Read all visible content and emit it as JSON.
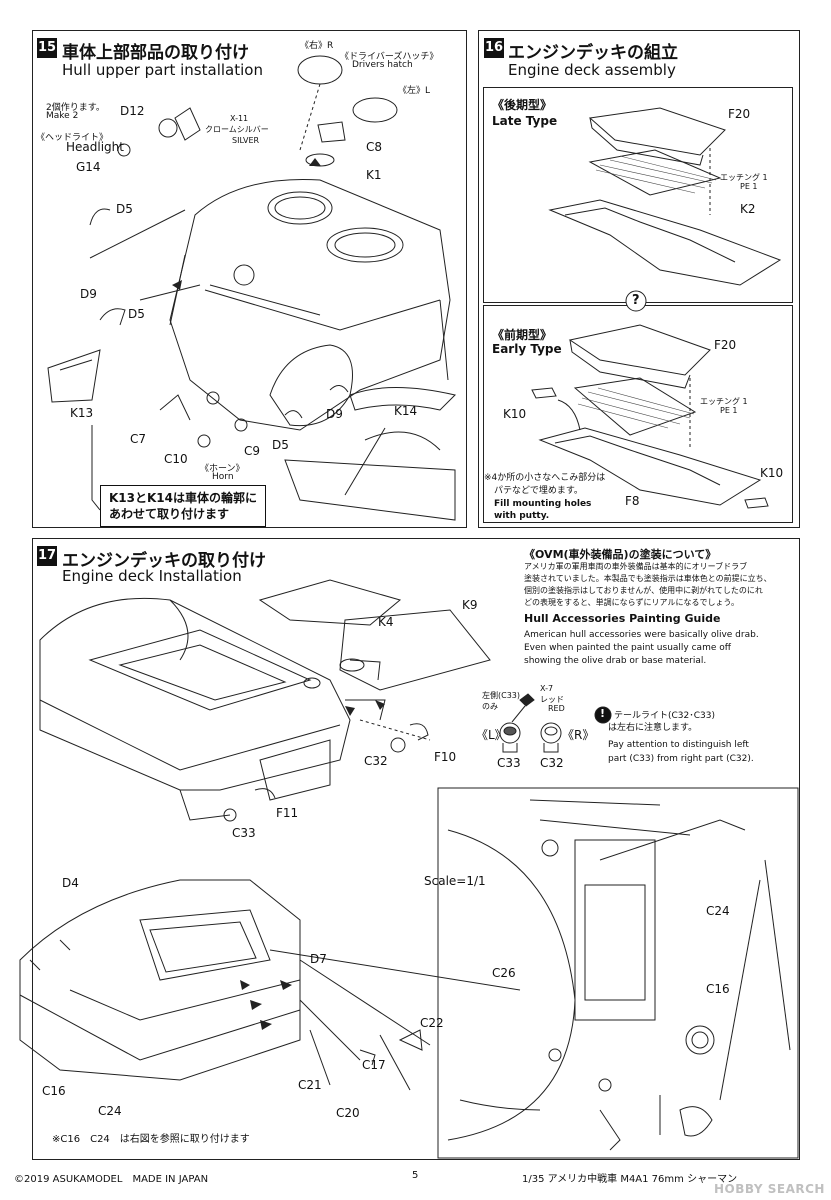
{
  "step15": {
    "number": "15",
    "title_jp": "車体上部部品の取り付け",
    "title_en": "Hull upper part installation",
    "hatch_right_jp": "《右》R",
    "hatch_drivers_jp": "《ドライバーズハッチ》",
    "hatch_drivers_en": "Drivers hatch",
    "hatch_left_jp": "《左》L",
    "make2_jp": "2個作ります。",
    "make2_en": "Make 2",
    "headlight_jp": "《ヘッドライト》",
    "headlight_en": "Headlight",
    "paint_code": "X-11",
    "paint_jp": "クロームシルバー",
    "paint_en": "SILVER",
    "horn_jp": "《ホーン》",
    "horn_en": "Horn",
    "parts": [
      "D12",
      "G14",
      "C8",
      "K1",
      "D5",
      "D9",
      "D5",
      "K13",
      "C7",
      "C10",
      "C9",
      "D5",
      "D9",
      "K14"
    ],
    "note_jp_1": "K13とK14は車体の輪郭に",
    "note_jp_2": "あわせて取り付けます"
  },
  "step16": {
    "number": "16",
    "title_jp": "エンジンデッキの組立",
    "title_en": "Engine deck assembly",
    "late_jp": "《後期型》",
    "late_en": "Late Type",
    "early_jp": "《前期型》",
    "early_en": "Early Type",
    "etching_jp": "エッチング 1",
    "etching_en": "PE 1",
    "parts_late": [
      "F20",
      "K2"
    ],
    "parts_early": [
      "F20",
      "K10",
      "F8",
      "K10"
    ],
    "question": "?",
    "note_jp_1": "※4か所の小さなへこみ部分は",
    "note_jp_2": "パテなどで埋めます。",
    "note_en_1": "Fill mounting holes",
    "note_en_2": "with putty."
  },
  "step17": {
    "number": "17",
    "title_jp": "エンジンデッキの取り付け",
    "title_en": "Engine deck Installation",
    "parts_top": [
      "K9",
      "K4",
      "C32",
      "F10",
      "F11",
      "C33"
    ],
    "parts_bottom": [
      "D4",
      "D7",
      "C26",
      "C22",
      "C17",
      "C21",
      "C20",
      "C16",
      "C24"
    ],
    "scale": "Scale=1/1",
    "scale_parts": [
      "C24",
      "C16"
    ],
    "bottom_note": "※C16　C24　は右図を参照に取り付けます"
  },
  "ovm": {
    "title_jp": "《OVM(車外装備品)の塗装について》",
    "body_jp_1": "アメリカ軍の軍用車両の車外装備品は基本的にオリーブドラブ",
    "body_jp_2": "塗装されていました。本製品でも塗装指示は車体色との前提に立ち、",
    "body_jp_3": "個別の塗装指示はしておりませんが、使用中に剥がれてしたのにれ",
    "body_jp_4": "どの表現をすると、単調にならずにリアルになるでしょう。",
    "title_en": "Hull Accessories Painting Guide",
    "body_en_1": "American hull accessories were basically olive drab.",
    "body_en_2": "Even when painted the paint usually came off",
    "body_en_3": "showing the olive drab or base material.",
    "left_only_jp_1": "左側(C33)",
    "left_only_jp_2": "のみ",
    "red_code": "X-7",
    "red_jp": "レッド",
    "red_en": "RED",
    "left_mark": "《L》",
    "right_mark": "《R》",
    "left_part": "C33",
    "right_part": "C32",
    "tail_jp_1": "テールライト(C32･C33)",
    "tail_jp_2": "は左右に注意します。",
    "tail_en_1": "Pay attention to distinguish left",
    "tail_en_2": "part (C33) from right part (C32).",
    "attention": "!"
  },
  "footer": {
    "copyright": "©2019 ASUKAMODEL　MADE IN JAPAN",
    "page": "5",
    "product": "1/35 アメリカ中戦車 M4A1 76mm シャーマン",
    "watermark": "HOBBY SEARCH"
  }
}
